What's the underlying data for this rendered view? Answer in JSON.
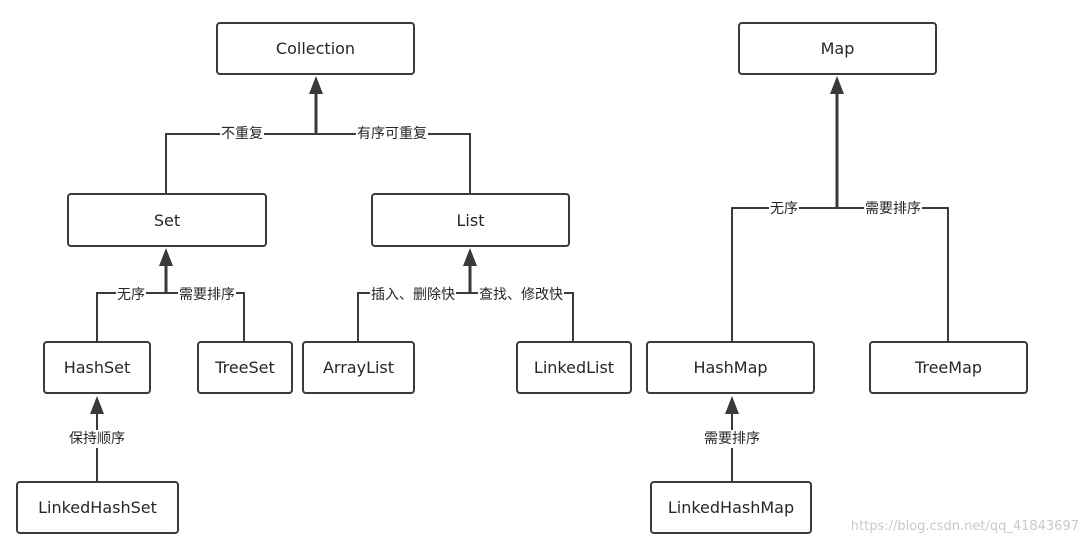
{
  "diagram": {
    "nodes": {
      "collection": "Collection",
      "map": "Map",
      "set": "Set",
      "list": "List",
      "hashset": "HashSet",
      "treeset": "TreeSet",
      "arraylist": "ArrayList",
      "linkedlist": "LinkedList",
      "hashmap": "HashMap",
      "treemap": "TreeMap",
      "linkedhashset": "LinkedHashSet",
      "linkedhashmap": "LinkedHashMap"
    },
    "edge_labels": {
      "collection_set": "不重复",
      "collection_list": "有序可重复",
      "set_hashset": "无序",
      "set_treeset": "需要排序",
      "list_arraylist": "插入、删除快",
      "list_linkedlist": "查找、修改快",
      "hashset_linkedhashset": "保持顺序",
      "map_hashmap": "无序",
      "map_treemap": "需要排序",
      "hashmap_linkedhashmap": "需要排序"
    },
    "line_color": "#3a3a3a"
  },
  "watermark": "https://blog.csdn.net/qq_41843697"
}
